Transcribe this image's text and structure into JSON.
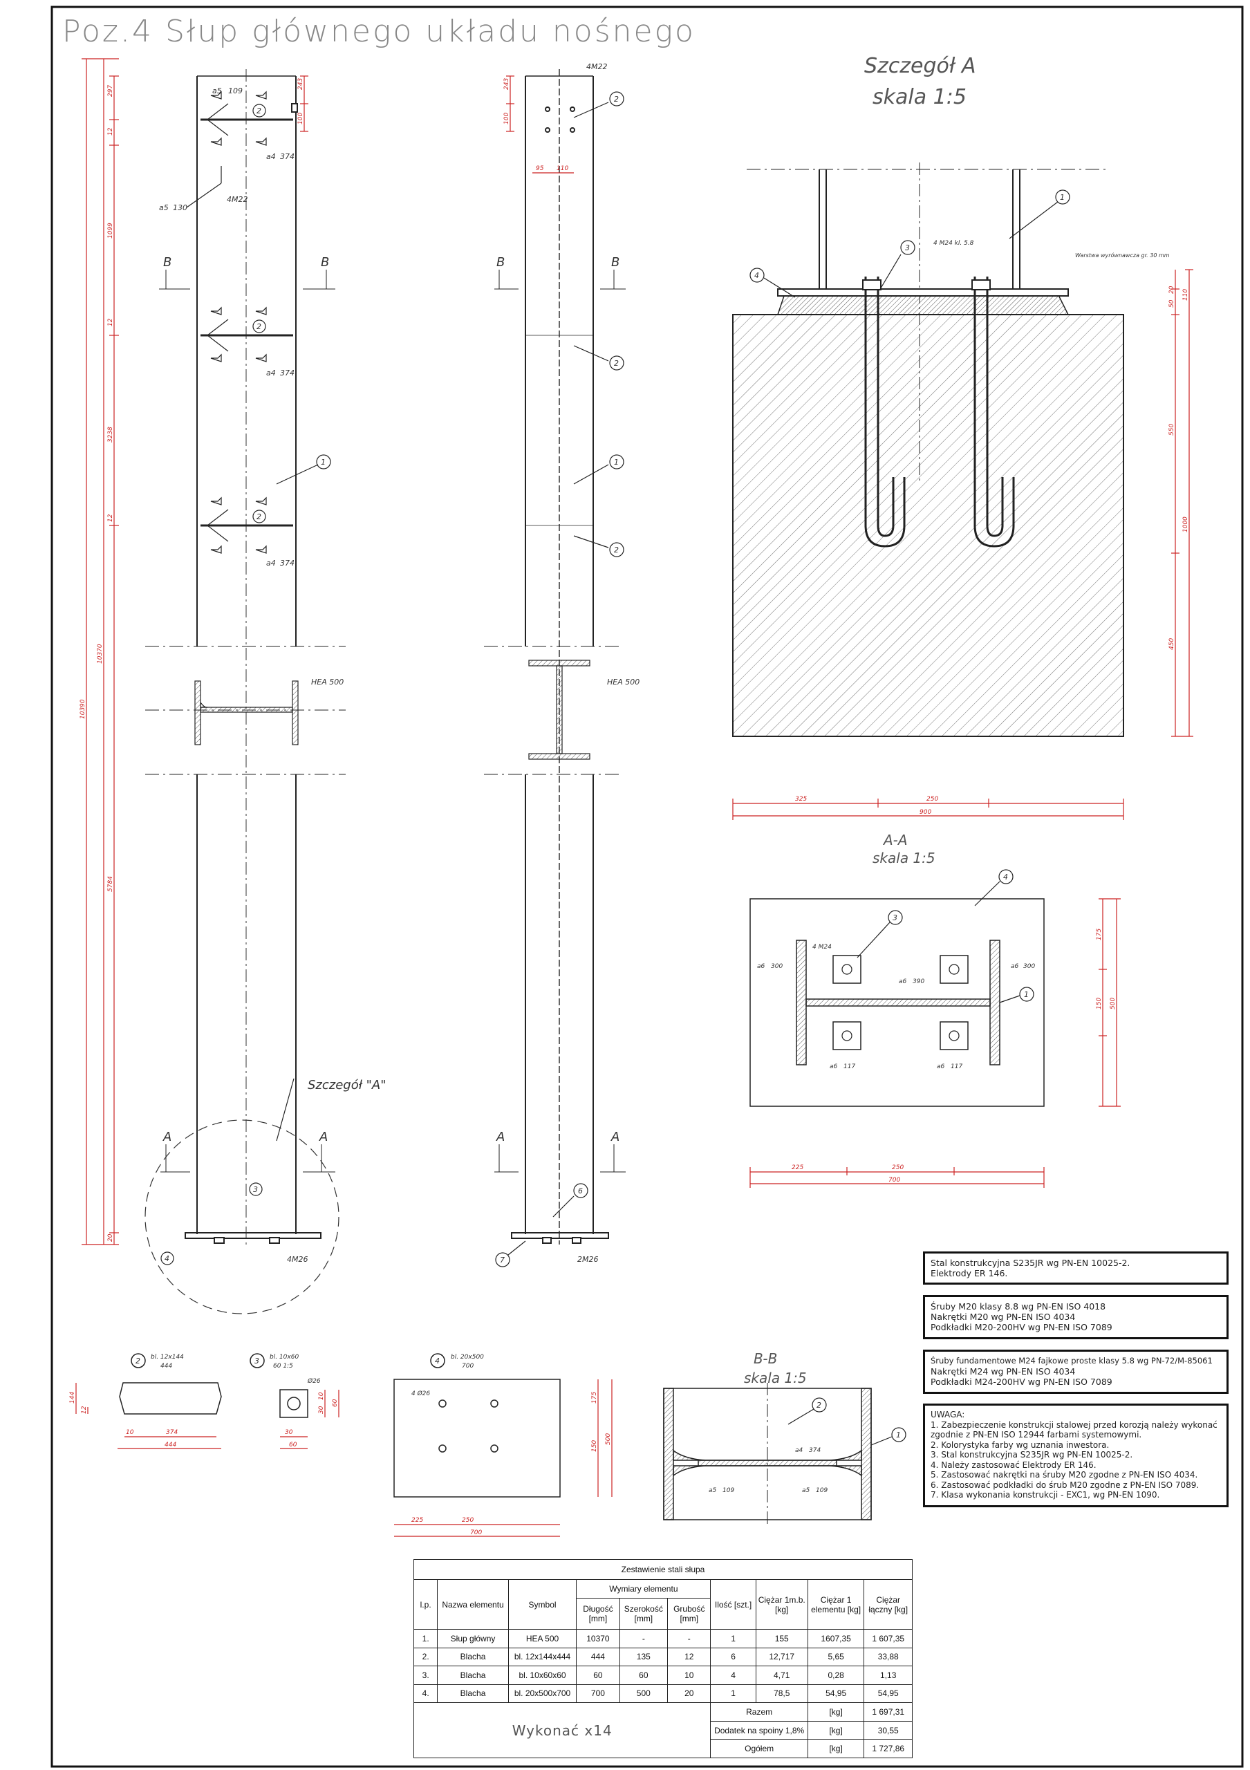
{
  "title": "Poz.4  Słup głównego układu nośnego",
  "colors": {
    "line": "#222222",
    "dim": "#cc2222",
    "hatch": "#555555"
  },
  "elevation": {
    "dims_inner": [
      "297",
      "12",
      "1099",
      "12",
      "3238",
      "12",
      "5784",
      "20"
    ],
    "dims_outer": [
      "10370",
      "10390"
    ],
    "top_dims": [
      "4M22",
      "243",
      "100"
    ],
    "weld_a": "a5",
    "weld_a_len": "109",
    "weld_b": "a4",
    "weld_b_len": "374",
    "anchor_note": "4M22",
    "a5_130": "130",
    "section_b": "B",
    "section_a": "A",
    "profile": "HEA 500",
    "detail_label": "Szczegół \"A\"",
    "bot_welds": [
      "a6",
      "300",
      "a6",
      "117",
      "a6",
      "390",
      "a6",
      "300"
    ],
    "anchor_bot": "4M26",
    "balloons": [
      "1",
      "2",
      "3",
      "4",
      "6",
      "7"
    ],
    "side_dims": [
      "95",
      "110"
    ],
    "bot_anchor2": "2M26"
  },
  "detail_a": {
    "title": "Szczegół A",
    "scale": "skala 1:5",
    "bolt_note": "4 M24 kl. 5.8",
    "grout_note": "Warstwa wyrównawcza gr. 30 mm",
    "dims_right": [
      "20",
      "50",
      "110",
      "550",
      "1000",
      "450"
    ],
    "dims_bottom": [
      "325",
      "250",
      "900"
    ]
  },
  "section_aa": {
    "title": "A-A",
    "scale": "skala 1:5",
    "bolt": "4 M24",
    "welds": [
      "a6",
      "300",
      "a6",
      "390",
      "a6",
      "300",
      "a6",
      "117",
      "a6",
      "117"
    ],
    "dims_right": [
      "175",
      "150",
      "500"
    ],
    "dims_bottom": [
      "225",
      "250",
      "700"
    ]
  },
  "section_bb": {
    "title": "B-B",
    "scale": "skala 1:5",
    "welds": [
      "a4",
      "374",
      "a5",
      "109",
      "a5",
      "109"
    ]
  },
  "plates": {
    "p2": {
      "num": "2",
      "label": "bl. 12x144",
      "sub": "444",
      "dims": [
        "144",
        "12",
        "10",
        "374",
        "444"
      ]
    },
    "p3": {
      "num": "3",
      "label": "bl. 10x60",
      "sub": "60 1:5",
      "hole": "Ø26",
      "dims": [
        "10",
        "30",
        "60",
        "30",
        "60"
      ]
    },
    "p4": {
      "num": "4",
      "label": "bl. 20x500",
      "sub": "700",
      "hole": "4 Ø26",
      "dims": [
        "175",
        "150",
        "500",
        "225",
        "250",
        "700"
      ]
    }
  },
  "notes": {
    "steel": [
      "Stal konstrukcyjna S235JR wg PN-EN 10025-2.",
      "Elektrody ER 146."
    ],
    "bolts": [
      "Śruby M20 klasy 8.8 wg PN-EN ISO 4018",
      "Nakrętki M20 wg PN-EN ISO 4034",
      "Podkładki M20-200HV wg PN-EN ISO 7089"
    ],
    "anchors": [
      "Śruby fundamentowe M24 fajkowe proste klasy 5.8 wg PN-72/M-85061",
      "Nakrętki M24 wg PN-EN ISO 4034",
      "Podkładki M24-200HV wg PN-EN ISO 7089"
    ],
    "uwaga": [
      "UWAGA:",
      "1. Zabezpieczenie konstrukcji stalowej przed korozją należy wykonać",
      "zgodnie z PN-EN ISO 12944 farbami systemowymi.",
      "2. Kolorystyka farby wg uznania inwestora.",
      "3. Stal konstrukcyjna S235JR wg PN-EN 10025-2.",
      "4. Należy zastosować Elektrody ER 146.",
      "5. Zastosować nakrętki na śruby M20 zgodne z PN-EN ISO 4034.",
      "6. Zastosować podkładki do śrub M20 zgodne z PN-EN ISO 7089.",
      "7. Klasa wykonania konstrukcji - EXC1, wg PN-EN 1090."
    ]
  },
  "bom": {
    "title": "Zestawienie stali słupa",
    "h_lp": "l.p.",
    "h_name": "Nazwa elementu",
    "h_symbol": "Symbol",
    "h_dims": "Wymiary elementu",
    "h_len": "Długość [mm]",
    "h_wid": "Szerokość [mm]",
    "h_thk": "Grubość [mm]",
    "h_qty": "Ilość [szt.]",
    "h_w1m": "Ciężar 1m.b. [kg]",
    "h_w1": "Ciężar 1 elementu [kg]",
    "h_wt": "Ciężar łączny [kg]",
    "rows": [
      [
        "1.",
        "Słup główny",
        "HEA 500",
        "10370",
        "-",
        "-",
        "1",
        "155",
        "1607,35",
        "1 607,35"
      ],
      [
        "2.",
        "Blacha",
        "bl. 12x144x444",
        "444",
        "135",
        "12",
        "6",
        "12,717",
        "5,65",
        "33,88"
      ],
      [
        "3.",
        "Blacha",
        "bl. 10x60x60",
        "60",
        "60",
        "10",
        "4",
        "4,71",
        "0,28",
        "1,13"
      ],
      [
        "4.",
        "Blacha",
        "bl. 20x500x700",
        "700",
        "500",
        "20",
        "1",
        "78,5",
        "54,95",
        "54,95"
      ]
    ],
    "razem": "Razem",
    "razem_unit": "[kg]",
    "razem_val": "1 697,31",
    "dodatek": "Dodatek na spoiny 1,8%",
    "dodatek_unit": "[kg]",
    "dodatek_val": "30,55",
    "ogolem": "Ogółem",
    "ogolem_unit": "[kg]",
    "ogolem_val": "1 727,86",
    "wykonac": "Wykonać x14"
  }
}
